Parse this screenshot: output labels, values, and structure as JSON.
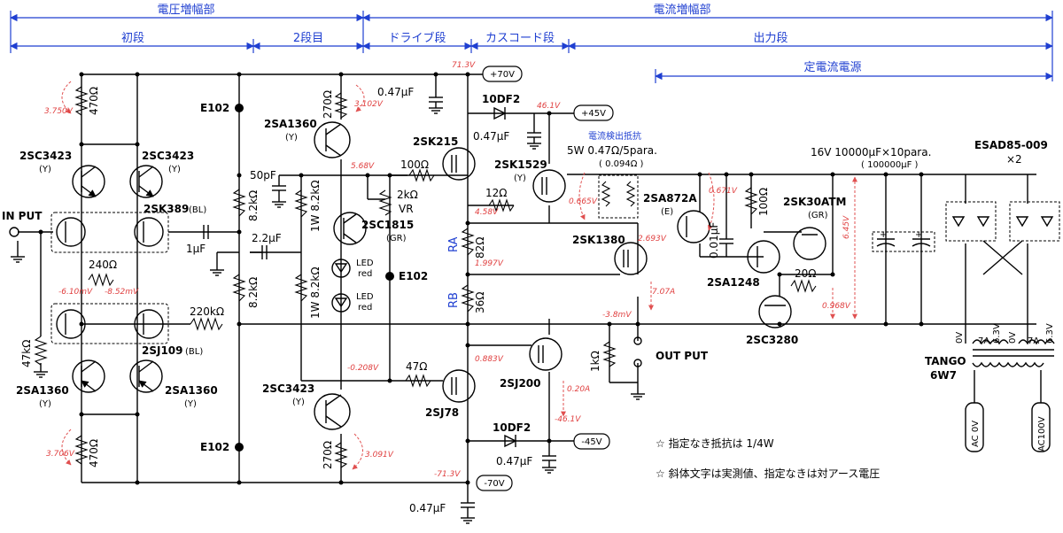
{
  "sections": {
    "voltage_amp": "電圧増幅部",
    "current_amp": "電流増幅部",
    "first_stage": "初段",
    "second_stage": "2段目",
    "drive_stage": "ドライブ段",
    "cascode_stage": "カスコード段",
    "output_stage": "出力段",
    "constant_current": "定電流電源"
  },
  "rails": {
    "p70": "+70V",
    "p45": "+45V",
    "m45": "-45V",
    "m70": "-70V"
  },
  "labels": {
    "in_put": "IN PUT",
    "out_put": "OUT PUT",
    "e102_a": "E102",
    "e102_b": "E102",
    "e102_c": "E102",
    "q_2sa1360_top": "2SA1360",
    "q_2sa1360_top_rank": "(Y)",
    "q_2sc3423_l": "2SC3423",
    "q_2sc3423_l_rank": "(Y)",
    "q_2sc3423_r": "2SC3423",
    "q_2sc3423_r_rank": "(Y)",
    "q_2sk389": "2SK389",
    "q_2sk389_rank": "(BL)",
    "q_2sj109": "2SJ109",
    "q_2sj109_rank": "(BL)",
    "q_2sa1360_bl": "2SA1360",
    "q_2sa1360_bl_rank": "(Y)",
    "q_2sa1360_br": "2SA1360",
    "q_2sa1360_br_rank": "(Y)",
    "q_2sc3423_bot": "2SC3423",
    "q_2sc3423_bot_rank": "(Y)",
    "q_2sc1815": "2SC1815",
    "q_2sc1815_rank": "(GR)",
    "q_2sk215": "2SK215",
    "q_2sk1529": "2SK1529",
    "q_2sk1529_rank": "(Y)",
    "q_2sk1380": "2SK1380",
    "q_2sj200": "2SJ200",
    "q_2sj78": "2SJ78",
    "q_2sa872a": "2SA872A",
    "q_2sa872a_rank": "(E)",
    "q_2sk30atm": "2SK30ATM",
    "q_2sk30atm_rank": "(GR)",
    "q_2sa1248": "2SA1248",
    "q_2sc3280": "2SC3280",
    "d_10df2_top": "10DF2",
    "d_10df2_bot": "10DF2",
    "led_top": "LED",
    "led_top_color": "red",
    "led_bot": "LED",
    "led_bot_color": "red",
    "esad": "ESAD85-009",
    "esad_qty": "×2",
    "tango": "TANGO",
    "tango_model": "6W7",
    "ac0v": "AC 0V",
    "ac100v": "AC100V",
    "tap_0v_l": "0V",
    "tap_7a_l": "7A",
    "tap_63v_l": "6.3V",
    "tap_0v_r": "0V",
    "tap_7a_r": "7A",
    "tap_63v_r": "6.3V",
    "cap_bank": "16V  10000μF×10para.",
    "cap_bank_total": "( 100000μF )",
    "sense_title": "電流検出抵抗",
    "sense_value": "5W  0.47Ω/5para.",
    "sense_total": "( 0.094Ω )",
    "note1": "☆ 指定なき抵抗は 1/4W",
    "note2": "☆ 斜体文字は実測値、指定なきは対アース電圧"
  },
  "components": {
    "r470_top": "470Ω",
    "r470_bot": "470Ω",
    "r240": "240Ω",
    "r47k": "47kΩ",
    "r270_top": "270Ω",
    "r270_bot": "270Ω",
    "r8k2_a": "8.2kΩ",
    "r8k2_b": "8.2kΩ",
    "r1w8k2_a": "1W 8.2kΩ",
    "r1w8k2_b": "1W 8.2kΩ",
    "r220k": "220kΩ",
    "c50p": "50pF",
    "c2u2": "2.2μF",
    "c1u": "1μF",
    "r100": "100Ω",
    "r2k_vr": "2kΩ",
    "vr": "VR",
    "r12": "12Ω",
    "r82": "82Ω",
    "r36": "36Ω",
    "ra": "RA",
    "rb": "RB",
    "r47": "47Ω",
    "c047_top": "0.47μF",
    "c047_p45": "0.47μF",
    "c047_m45": "0.47μF",
    "c047_bot": "0.47μF",
    "r1k": "1kΩ",
    "c001": "0.01μF",
    "r100b": "100Ω",
    "r20": "20Ω"
  },
  "measurements": {
    "v3750": "3.750V",
    "v3102": "3.102V",
    "v713": "71.3V",
    "v461p": "46.1V",
    "v568": "5.68V",
    "v458": "4.58V",
    "v0665": "0.665V",
    "v0671": "0.671V",
    "v2693": "2.693V",
    "v1997": "1.997V",
    "v707a": "7.07A",
    "vm38m": "-3.8mV",
    "vm610m": "-6.10mV",
    "vm852m": "-8.52mV",
    "v0968": "0.968V",
    "v645": "6.45V",
    "vm0208": "-0.208V",
    "v0883": "0.883V",
    "v020a": "0.20A",
    "vm461": "-46.1V",
    "v3706": "3.706V",
    "v3091": "3.091V",
    "vm713": "-71.3V"
  }
}
